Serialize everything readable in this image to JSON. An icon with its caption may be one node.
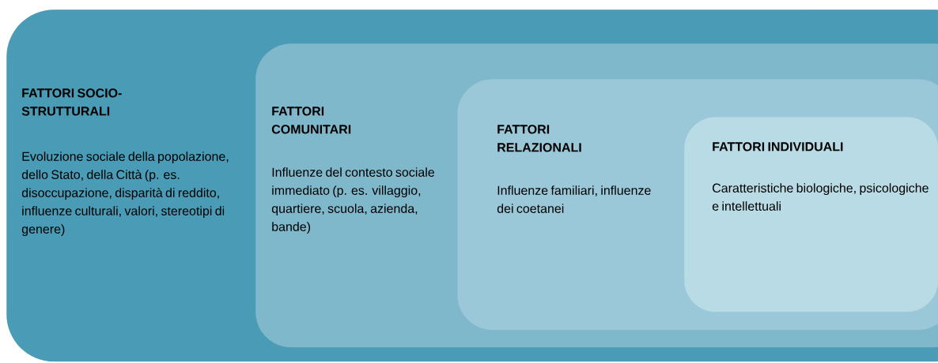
{
  "diagram": {
    "nodes": [
      {
        "text": [
          "FATTORI SOCIO-STRUTTURALI",
          "Evoluzione sociale della popolazione, dello Stato, della Città (p. es. disoccupazione, disparità di reddito, influenze culturali, valori, stereotipi di genere)"
        ]
      },
      {
        "text": [
          "FATTORI COMUNITARI",
          "Influenze del contesto sociale immediato (p. es. villaggio, quartiere, scuola, azienda, bande)"
        ],
        "in": 0
      },
      {
        "text": [
          "FATTORI RELAZIONALI",
          "Influenze familiari, influenze dei coetanei"
        ],
        "in": 1
      },
      {
        "text": [
          "FATTORI INDIVIDUALI",
          "Caratteristiche biologiche, psicologiche e intellettuali"
        ],
        "in": 2
      }
    ]
  }
}
